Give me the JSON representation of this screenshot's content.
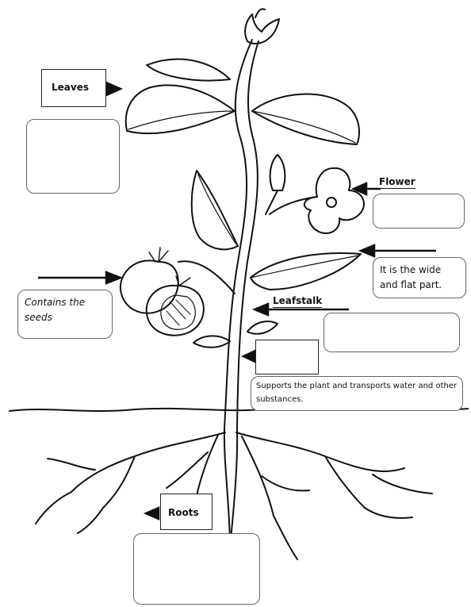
{
  "labels": {
    "leaves": "Leaves",
    "flower": "Flower",
    "leafstalk": "Leafstalk",
    "roots": "Roots"
  },
  "descriptions": {
    "fruit": "Contains the seeds",
    "leaf_blade": "It is the wide and flat part.",
    "stem": "Supports the plant and transports water and other substances."
  },
  "blank_boxes": [
    "leaves-answer",
    "flower-answer",
    "leafstalk-answer",
    "stem-label",
    "roots-answer"
  ],
  "colors": {
    "ink": "#111111",
    "box_border": "#666666",
    "background": "#ffffff"
  }
}
